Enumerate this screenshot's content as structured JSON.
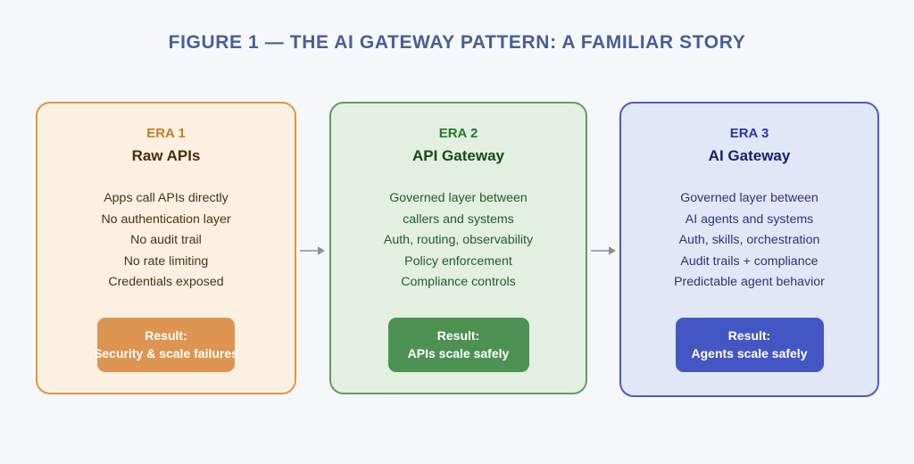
{
  "figure": {
    "title": "FIGURE 1 — THE AI GATEWAY PATTERN: A FAMILIAR STORY",
    "background_color": "#f5f7fb",
    "title_color": "#4a5e96"
  },
  "panels": [
    {
      "era_label": "ERA 1",
      "name": "Raw APIs",
      "accent_color": "#e3953f",
      "fill_color": "#fcf0e2",
      "badge_color": "#dd9551",
      "bullets": [
        "Apps call APIs directly",
        "No authentication layer",
        "No audit trail",
        "No rate limiting",
        "Credentials exposed"
      ],
      "result": {
        "label": "Result:",
        "value": "Security & scale failures"
      }
    },
    {
      "era_label": "ERA 2",
      "name": "API Gateway",
      "accent_color": "#5da05f",
      "fill_color": "#e2efe1",
      "badge_color": "#4d9153",
      "bullets": [
        "Governed layer between",
        "callers and systems",
        "Auth, routing, observability",
        "Policy enforcement",
        "Compliance controls"
      ],
      "result": {
        "label": "Result:",
        "value": "APIs scale safely"
      }
    },
    {
      "era_label": "ERA 3",
      "name": "AI Gateway",
      "accent_color": "#4a5ad0",
      "fill_color": "#e2e7f8",
      "badge_color": "#4456c4",
      "bullets": [
        "Governed layer between",
        "AI agents and systems",
        "Auth, skills, orchestration",
        "Audit trails + compliance",
        "Predictable agent behavior"
      ],
      "result": {
        "label": "Result:",
        "value": "Agents scale safely"
      }
    }
  ],
  "arrows": [
    {
      "name": "arrow-era1-to-era2",
      "color": "#8a8f99"
    },
    {
      "name": "arrow-era2-to-era3",
      "color": "#8a8f99"
    }
  ]
}
